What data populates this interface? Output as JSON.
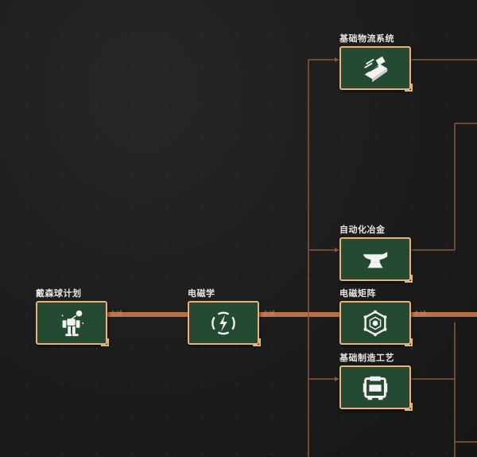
{
  "nodes": [
    {
      "id": "dyson",
      "title": "戴森球计划",
      "icon": "mecha-icon"
    },
    {
      "id": "electromagnetism",
      "title": "电磁学",
      "icon": "lightning-icon"
    },
    {
      "id": "basic_logistics",
      "title": "基础物流系统",
      "icon": "conveyor-icon"
    },
    {
      "id": "auto_metallurgy",
      "title": "自动化冶金",
      "icon": "anvil-icon"
    },
    {
      "id": "em_matrix",
      "title": "电磁矩阵",
      "icon": "matrix-cube-icon"
    },
    {
      "id": "basic_assembly",
      "title": "基础制造工艺",
      "icon": "assembler-icon"
    }
  ],
  "mainline_label": "主线",
  "colors": {
    "card_fill": "#244a33",
    "card_border": "#e0b67f",
    "mainline": "#b5714a",
    "branch": "#8a5a3c"
  }
}
